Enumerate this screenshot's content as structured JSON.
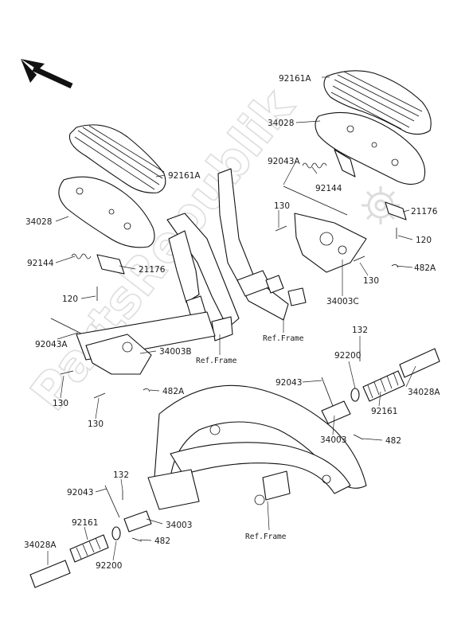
{
  "watermark": {
    "text": "PartsRepublik"
  },
  "icons": {
    "direction_arrow": "north-west-arrow-icon",
    "watermark_gear": "gear-icon"
  },
  "labels": {
    "l92161A_top": "92161A",
    "l34028_top": "34028",
    "l92043A_top": "92043A",
    "l92144_top": "92144",
    "l130_top": "130",
    "l21176_right": "21176",
    "l120_right": "120",
    "l482A_right": "482A",
    "l130_mid": "130",
    "l34003C": "34003C",
    "l92161A_left": "92161A",
    "l34028_left": "34028",
    "l92144_left": "92144",
    "l21176_left": "21176",
    "l120_left": "120",
    "l92043A_left": "92043A",
    "l34003B": "34003B",
    "l482A_left": "482A",
    "l130_left1": "130",
    "l130_left2": "130",
    "l132_right": "132",
    "l92200_right": "92200",
    "l92043_right": "92043",
    "l34028A_right": "34028A",
    "l92161_right": "92161",
    "l34003_right": "34003",
    "l482_right": "482",
    "l132_left": "132",
    "l92043_left": "92043",
    "l34003_left": "34003",
    "l92161_left": "92161",
    "l482_left": "482",
    "l34028A_left": "34028A",
    "l92200_left": "92200"
  },
  "refs": {
    "ref_frame_1": "Ref.Frame",
    "ref_frame_2": "Ref.Frame",
    "ref_frame_3": "Ref.Frame"
  }
}
